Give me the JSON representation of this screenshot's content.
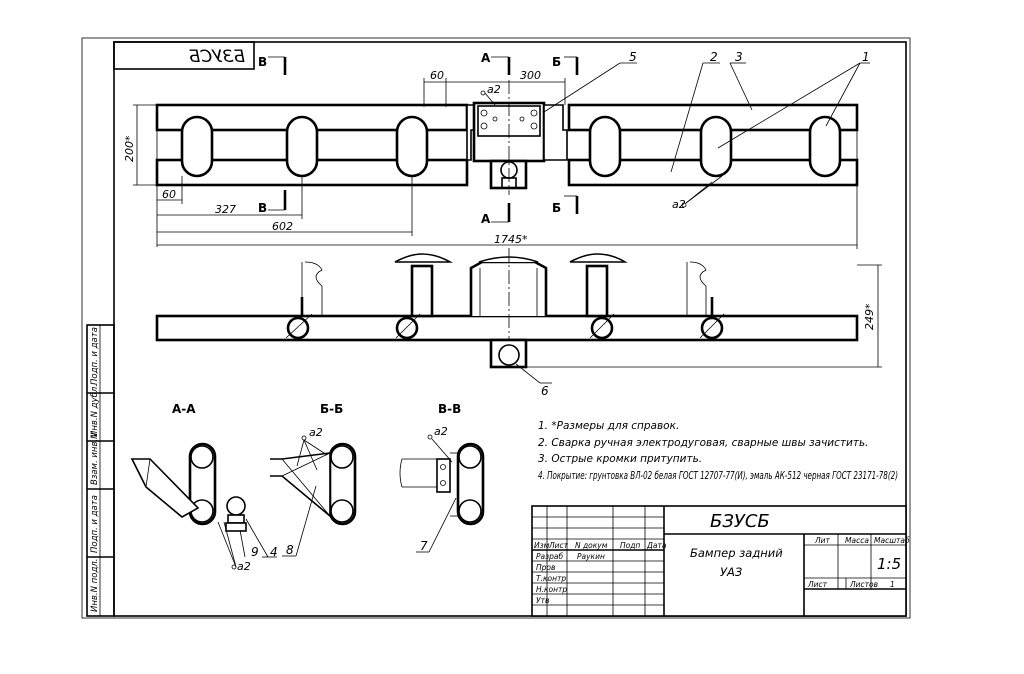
{
  "doc_code": "БЗУСБ",
  "doc_code_mirrored": "БЗУСБ",
  "part_name_line1": "Бампер задний",
  "part_name_line2": "УАЗ",
  "scale": "1:5",
  "sheet": "Лист",
  "sheets": "Листов",
  "sheets_count": "1",
  "cols": {
    "lit": "Лит",
    "mass": "Масса",
    "scale": "Масштаб"
  },
  "stamp_rows": {
    "izm": "Изм",
    "list": "Лист",
    "ndoc": "N докум",
    "sign": "Подп",
    "date": "Дата",
    "razrab": "Разраб",
    "prov": "Пров",
    "tkontr": "Т.контр",
    "nkontr": "Н.контр",
    "utv": "Утв",
    "author": "Раукин"
  },
  "side_labels": [
    "Инв.N подл.",
    "Подп. и дата",
    "Взам. инв.N",
    "Инв.N дубл.",
    "Подп. и дата"
  ],
  "sections": {
    "a": "А",
    "b": "Б",
    "v": "В",
    "aa": "А-А",
    "bb": "Б-Б",
    "vv": "В-В"
  },
  "dims": {
    "d60_top": "60",
    "d300": "300",
    "d200": "200*",
    "d60_left": "60",
    "d327": "327",
    "d602": "602",
    "d1745": "1745*",
    "d249": "249*",
    "weld": "a2"
  },
  "callouts": {
    "c1": "1",
    "c2": "2",
    "c3": "3",
    "c4": "4",
    "c5": "5",
    "c6": "6",
    "c7": "7",
    "c8": "8",
    "c9": "9"
  },
  "notes": [
    "1. *Размеры для справок.",
    "2. Сварка ручная электродуговая, сварные швы зачистить.",
    "3. Острые кромки притупить.",
    "4. Покрытие: грунтовка ВЛ-02 белая ГОСТ 12707-77(И), эмаль АК-512 черная ГОСТ 23171-78(2)"
  ]
}
